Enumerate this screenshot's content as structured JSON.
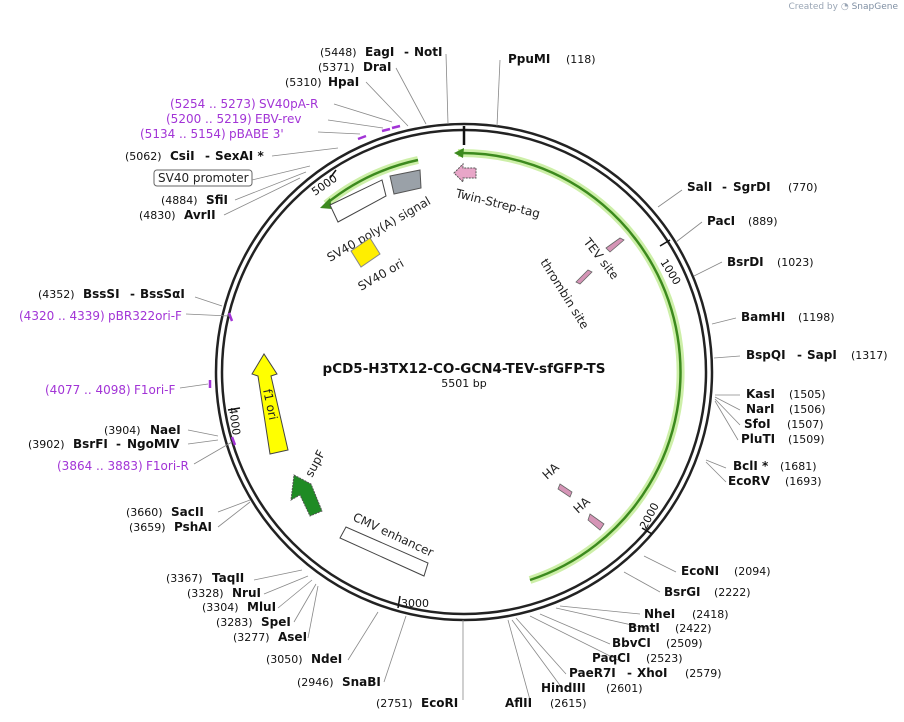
{
  "watermark": {
    "prefix": "Created by",
    "brand": "SnapGene"
  },
  "plasmid": {
    "name": "pCD5-H3TX12-CO-GCN4-TEV-sfGFP-TS",
    "size_label": "5501 bp",
    "length": 5501
  },
  "colors": {
    "primer": "#a234d6",
    "green_arc": "#3c8a1e",
    "green_glow": "#cdefa8",
    "ring": "#222222"
  },
  "ticks": [
    "1000",
    "2000",
    "3000",
    "4000",
    "5000"
  ],
  "enzymes": [
    {
      "pos": "(5448)",
      "name": "EagI",
      "name2": "NotI"
    },
    {
      "pos": "(5371)",
      "name": "DraI"
    },
    {
      "pos": "(5310)",
      "name": "HpaI"
    },
    {
      "pos": "(118)",
      "name": "PpuMI"
    },
    {
      "pos": "(5062)",
      "name": "CsiI",
      "name2": "SexAI *"
    },
    {
      "pos": "(4884)",
      "name": "SfiI"
    },
    {
      "pos": "(4830)",
      "name": "AvrII"
    },
    {
      "pos": "(770)",
      "name": "SalI",
      "name2": "SgrDI"
    },
    {
      "pos": "(889)",
      "name": "PacI"
    },
    {
      "pos": "(1023)",
      "name": "BsrDI"
    },
    {
      "pos": "(4352)",
      "name": "BssSI",
      "name2": "BssSαI"
    },
    {
      "pos": "(1198)",
      "name": "BamHI"
    },
    {
      "pos": "(1317)",
      "name": "BspQI",
      "name2": "SapI"
    },
    {
      "pos": "(1505)",
      "name": "KasI"
    },
    {
      "pos": "(1506)",
      "name": "NarI"
    },
    {
      "pos": "(1507)",
      "name": "SfoI"
    },
    {
      "pos": "(1509)",
      "name": "PluTI"
    },
    {
      "pos": "(3904)",
      "name": "NaeI"
    },
    {
      "pos": "(3902)",
      "name": "BsrFI",
      "name2": "NgoMIV"
    },
    {
      "pos": "(1681)",
      "name": "BclI *"
    },
    {
      "pos": "(1693)",
      "name": "EcoRV"
    },
    {
      "pos": "(3660)",
      "name": "SacII"
    },
    {
      "pos": "(3659)",
      "name": "PshAI"
    },
    {
      "pos": "(2094)",
      "name": "EcoNI"
    },
    {
      "pos": "(2222)",
      "name": "BsrGI"
    },
    {
      "pos": "(3367)",
      "name": "TaqII"
    },
    {
      "pos": "(3328)",
      "name": "NruI"
    },
    {
      "pos": "(3304)",
      "name": "MluI"
    },
    {
      "pos": "(3283)",
      "name": "SpeI"
    },
    {
      "pos": "(3277)",
      "name": "AseI"
    },
    {
      "pos": "(2418)",
      "name": "NheI"
    },
    {
      "pos": "(2422)",
      "name": "BmtI"
    },
    {
      "pos": "(2509)",
      "name": "BbvCI"
    },
    {
      "pos": "(2523)",
      "name": "PaqCI"
    },
    {
      "pos": "(2579)",
      "name": "PaeR7I",
      "name2": "XhoI"
    },
    {
      "pos": "(3050)",
      "name": "NdeI"
    },
    {
      "pos": "(2601)",
      "name": "HindIII"
    },
    {
      "pos": "(2946)",
      "name": "SnaBI"
    },
    {
      "pos": "(2751)",
      "name": "EcoRI"
    },
    {
      "pos": "(2615)",
      "name": "AflII"
    }
  ],
  "primers": [
    {
      "range": "(5254 .. 5273)",
      "name": "SV40pA-R"
    },
    {
      "range": "(5200 .. 5219)",
      "name": "EBV-rev"
    },
    {
      "range": "(5134 .. 5154)",
      "name": "pBABE 3'"
    },
    {
      "range": "(4320 .. 4339)",
      "name": "pBR322ori-F"
    },
    {
      "range": "(4077 .. 4098)",
      "name": "F1ori-F"
    },
    {
      "range": "(3864 .. 3883)",
      "name": "F1ori-R"
    }
  ],
  "features": [
    {
      "name": "SV40 promoter"
    },
    {
      "name": "SV40 poly(A) signal"
    },
    {
      "name": "SV40 ori"
    },
    {
      "name": "Twin-Strep-tag"
    },
    {
      "name": "TEV site"
    },
    {
      "name": "thrombin site"
    },
    {
      "name": "f1 ori"
    },
    {
      "name": "supF"
    },
    {
      "name": "HA"
    },
    {
      "name": "HA"
    },
    {
      "name": "CMV enhancer"
    }
  ]
}
